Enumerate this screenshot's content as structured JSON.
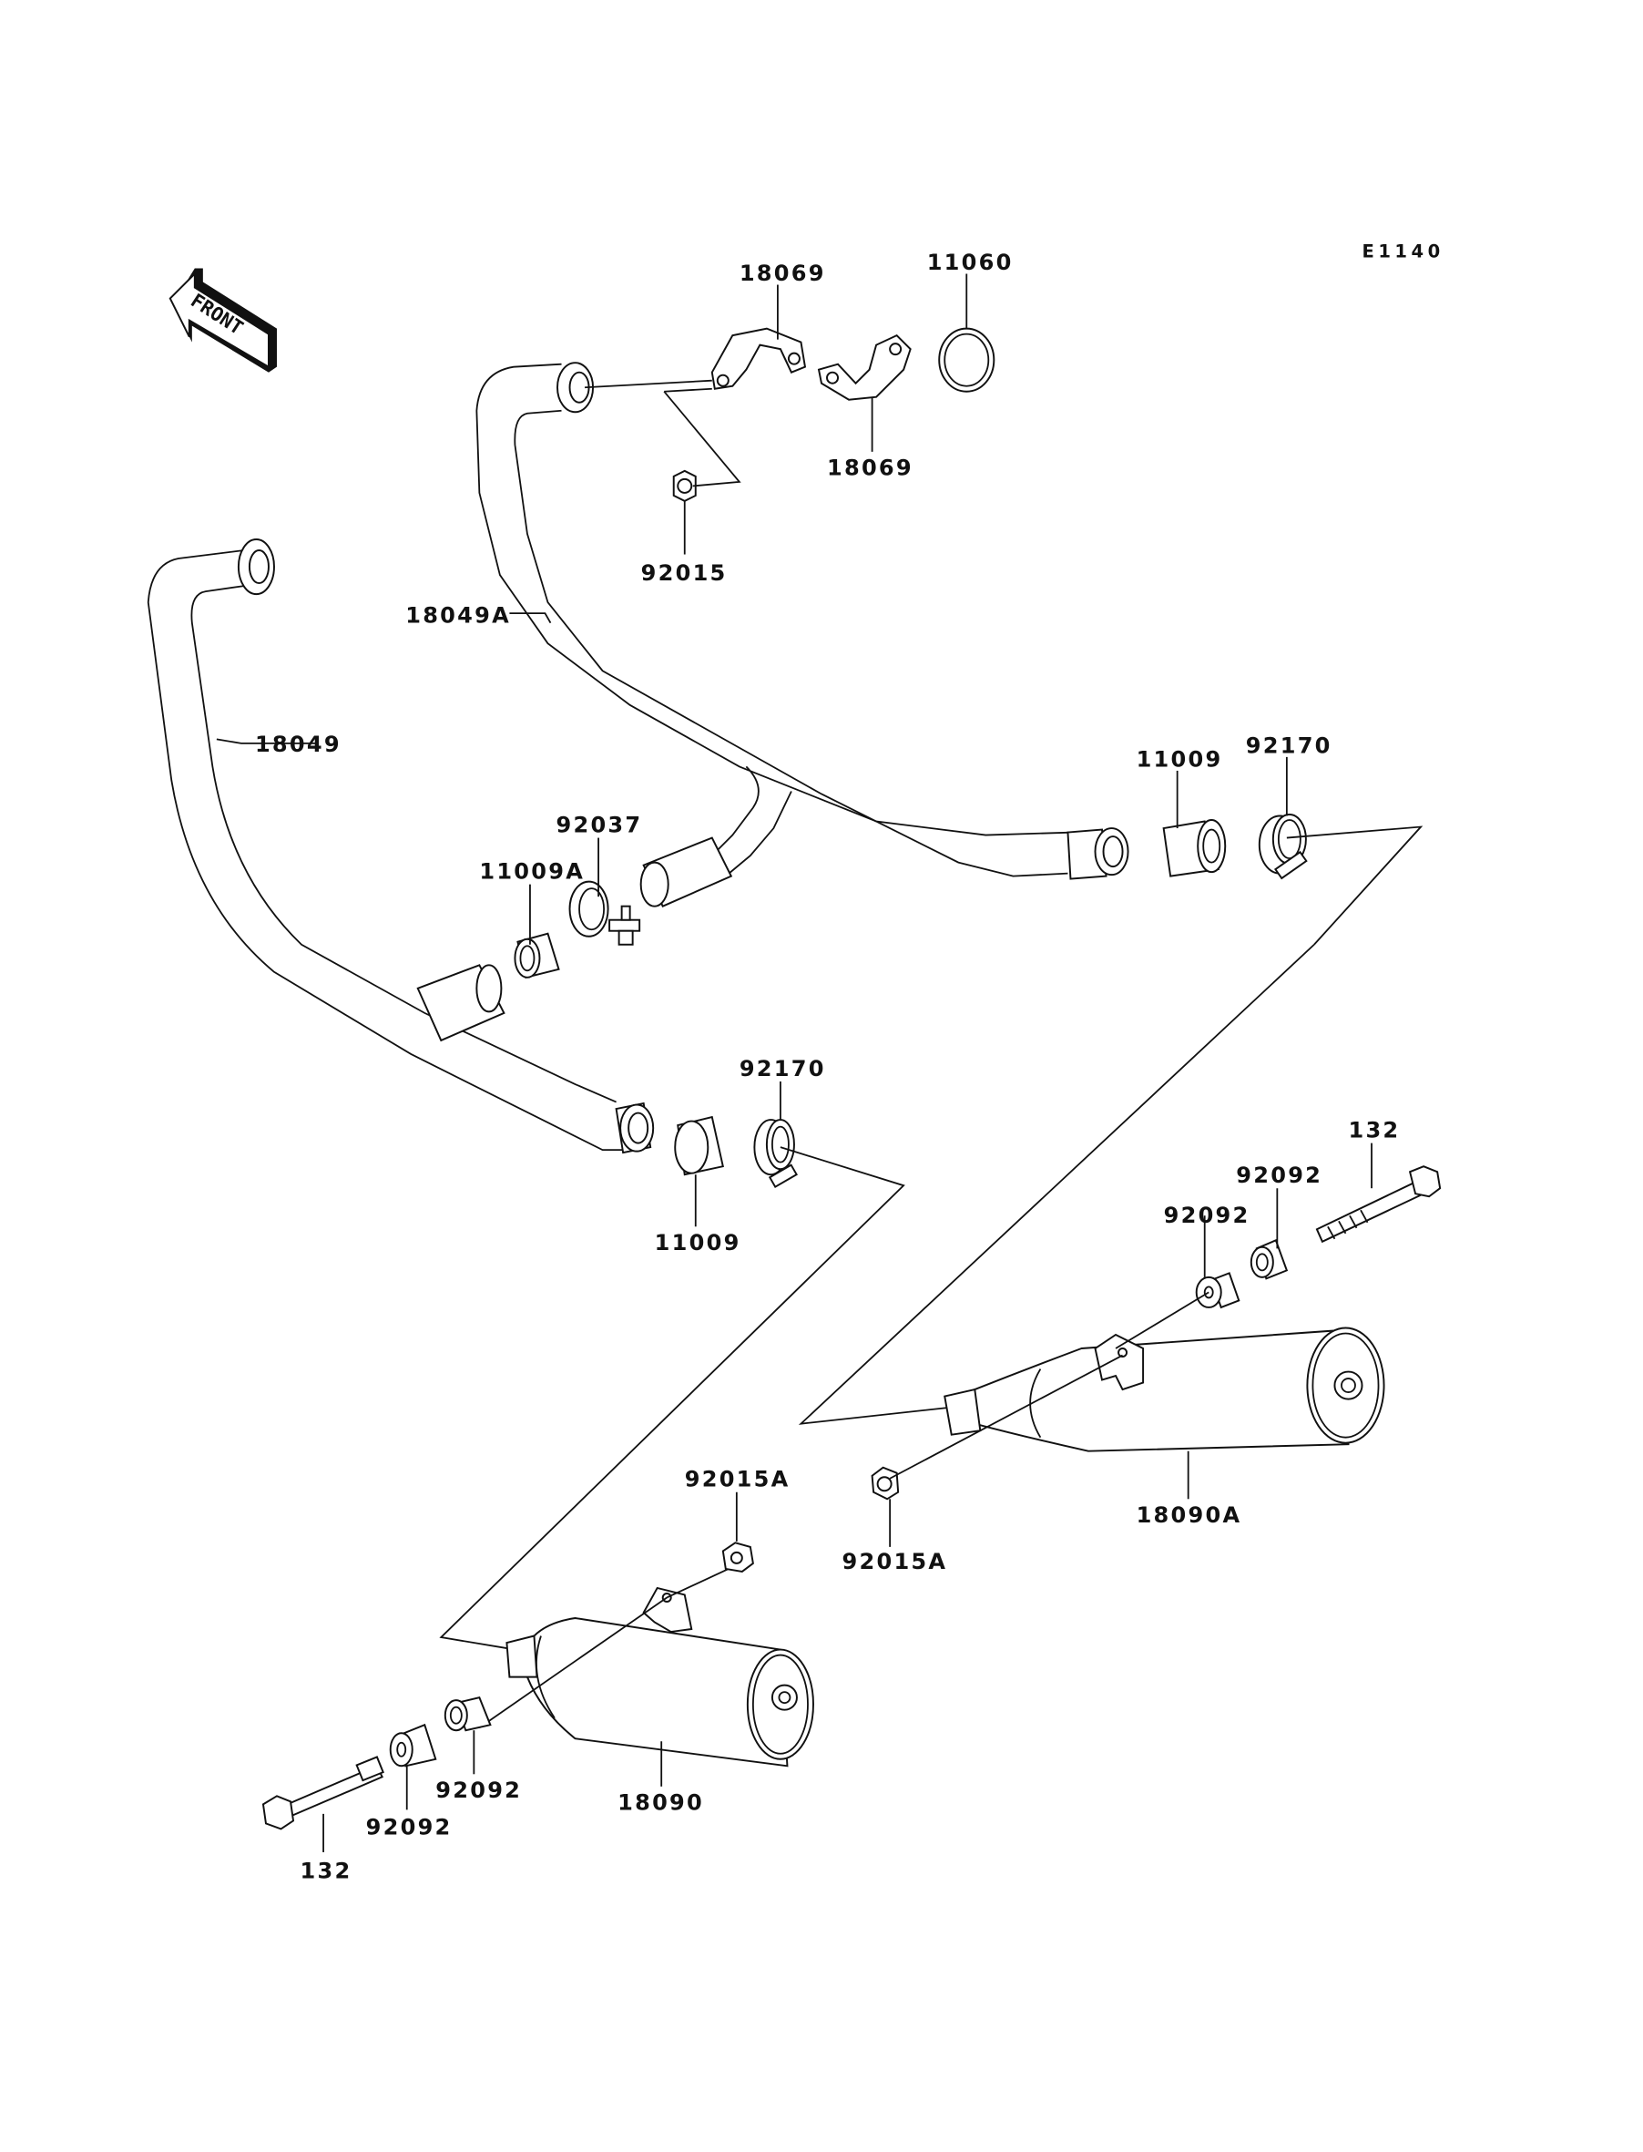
{
  "diagram": {
    "title": "Exhaust system parts diagram",
    "diagram_code": "E1140",
    "orientation_label": "FRONT",
    "parts": [
      {
        "id": "p18069a",
        "number": "18069"
      },
      {
        "id": "p18069b",
        "number": "18069"
      },
      {
        "id": "p11060",
        "number": "11060"
      },
      {
        "id": "p92015",
        "number": "92015"
      },
      {
        "id": "p18049A",
        "number": "18049A"
      },
      {
        "id": "p18049",
        "number": "18049"
      },
      {
        "id": "p11009r",
        "number": "11009"
      },
      {
        "id": "p92170r",
        "number": "92170"
      },
      {
        "id": "p92037",
        "number": "92037"
      },
      {
        "id": "p11009A",
        "number": "11009A"
      },
      {
        "id": "p92170l",
        "number": "92170"
      },
      {
        "id": "p11009l",
        "number": "11009"
      },
      {
        "id": "p132r",
        "number": "132"
      },
      {
        "id": "p92092r1",
        "number": "92092"
      },
      {
        "id": "p92092r2",
        "number": "92092"
      },
      {
        "id": "p18090A",
        "number": "18090A"
      },
      {
        "id": "p92015Ar",
        "number": "92015A"
      },
      {
        "id": "p92015Al",
        "number": "92015A"
      },
      {
        "id": "p18090",
        "number": "18090"
      },
      {
        "id": "p92092l1",
        "number": "92092"
      },
      {
        "id": "p92092l2",
        "number": "92092"
      },
      {
        "id": "p132l",
        "number": "132"
      }
    ]
  }
}
